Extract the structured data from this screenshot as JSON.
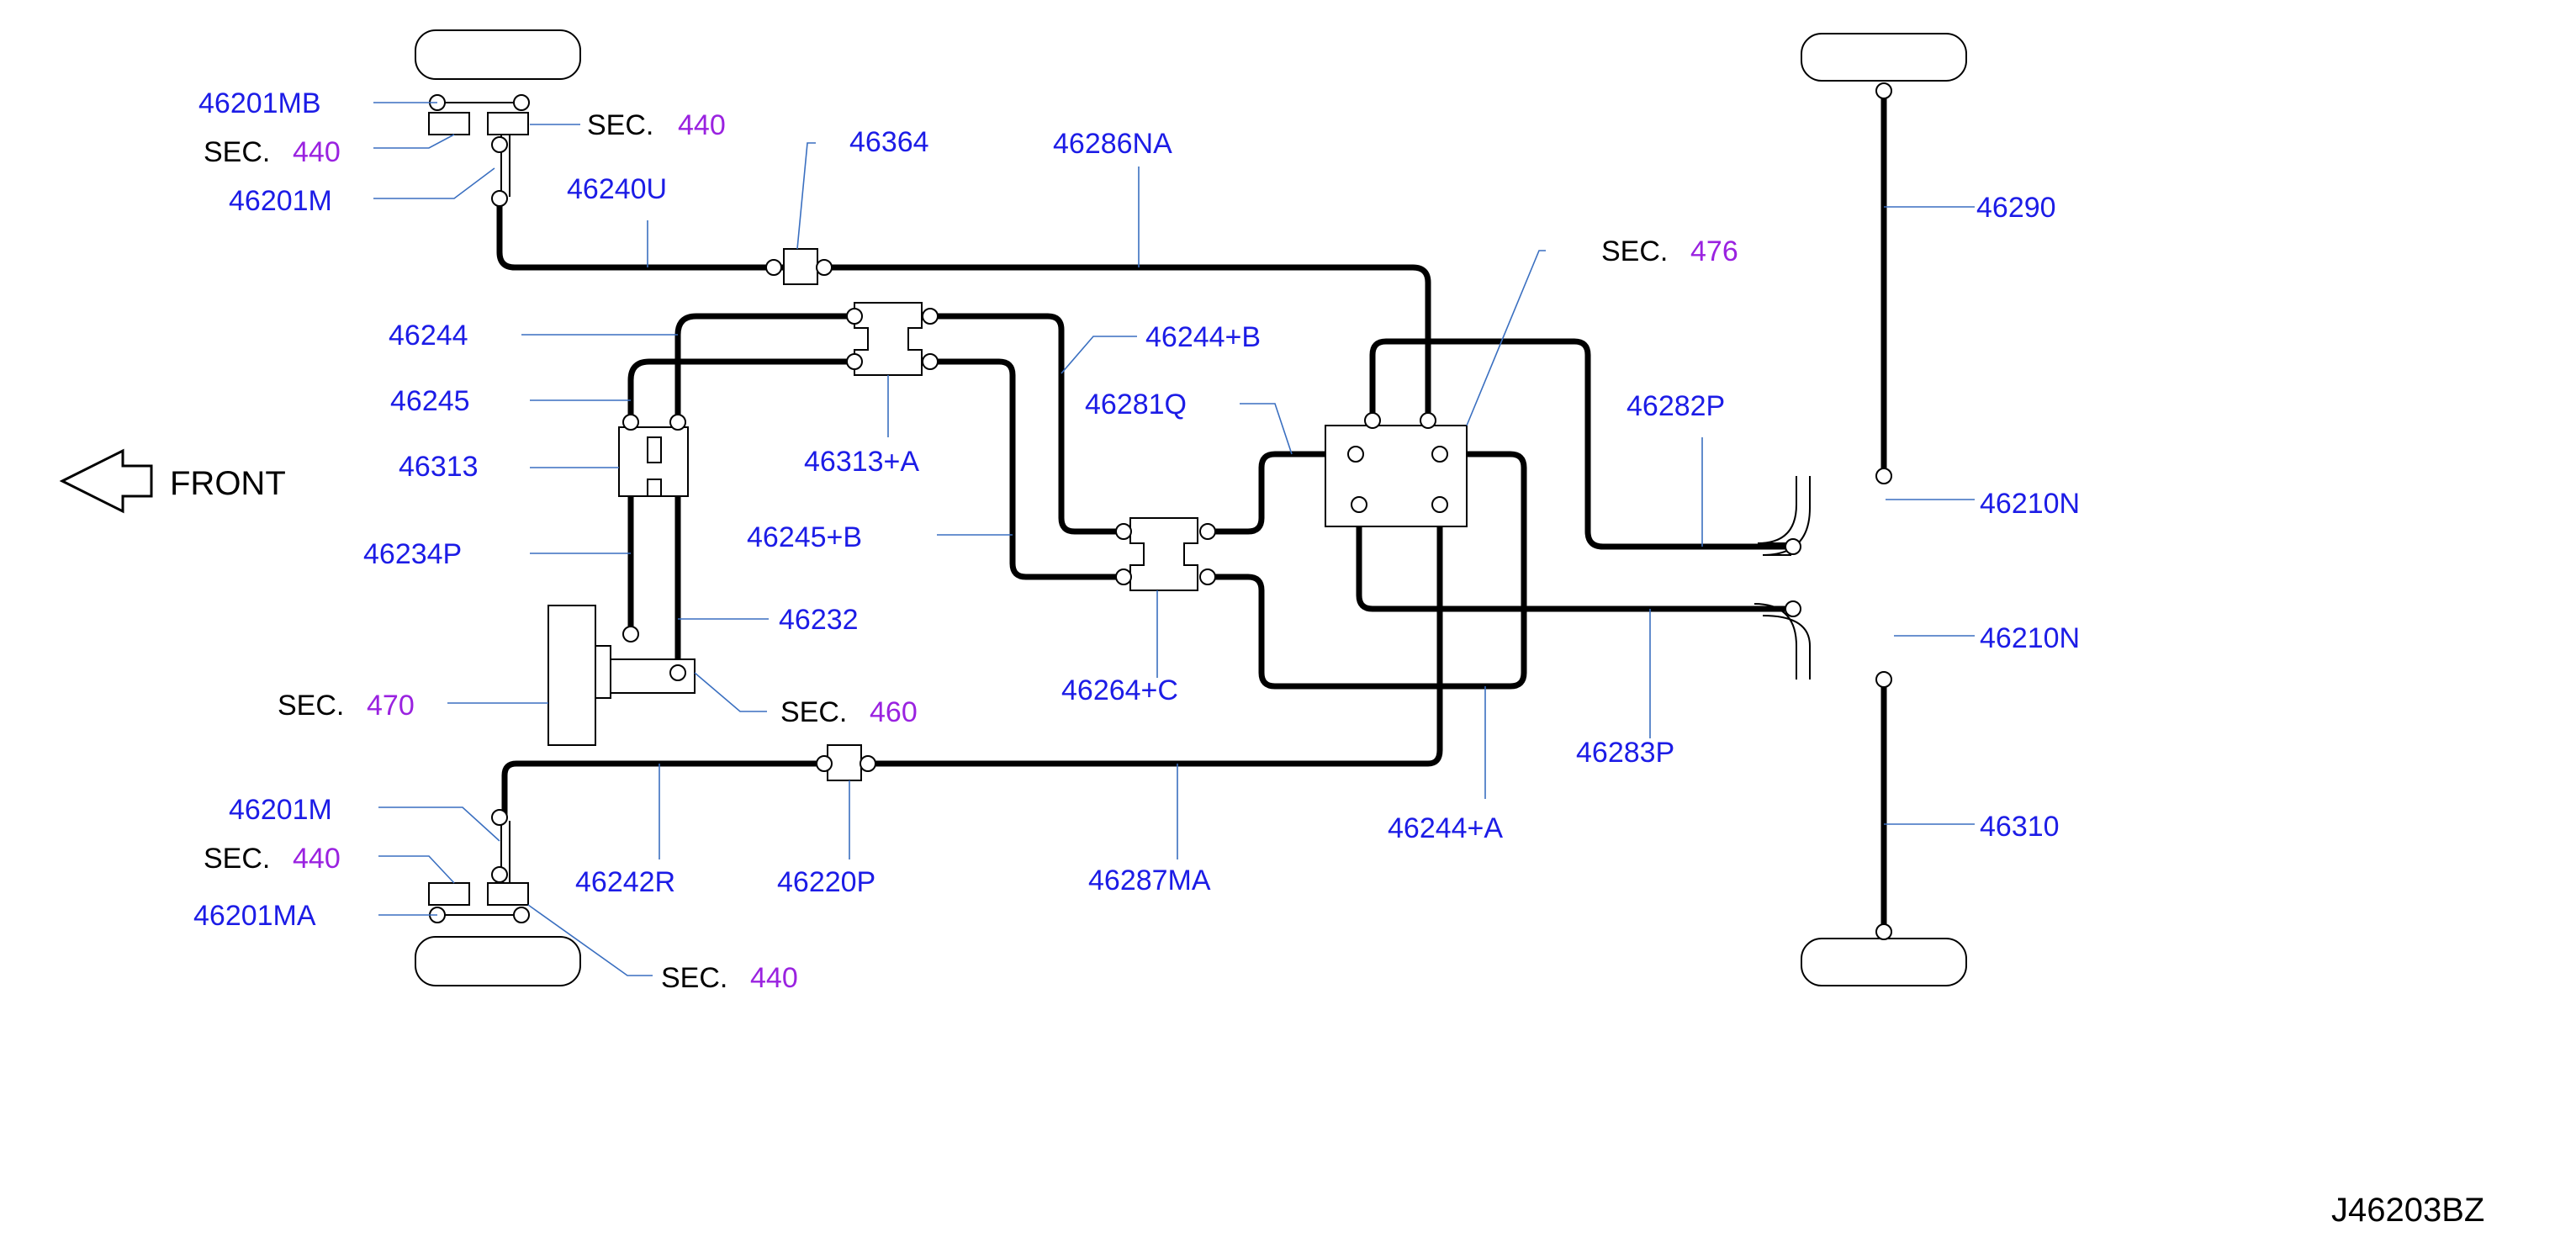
{
  "orientation": {
    "label": "FRONT",
    "icon": "arrow-left-icon"
  },
  "diagram_code": "J46203BZ",
  "part_labels": [
    "46201MB",
    "46201M",
    "46240U",
    "46364",
    "46286NA",
    "46290",
    "46244",
    "46244+B",
    "46245",
    "46281Q",
    "46282P",
    "46313",
    "46313+A",
    "46210N",
    "46234P",
    "46245+B",
    "46232",
    "46210N",
    "46264+C",
    "46283P",
    "46201M",
    "46244+A",
    "46310",
    "46242R",
    "46220P",
    "46287MA",
    "46201MA"
  ],
  "sec_word": "SEC.",
  "sec_refs": [
    "440",
    "440",
    "476",
    "470",
    "460",
    "440",
    "440"
  ],
  "colors": {
    "part_number": "#1c1ce6",
    "sec_number": "#9a22e0",
    "leader": "#3a6fc0",
    "pipe": "#000000"
  }
}
